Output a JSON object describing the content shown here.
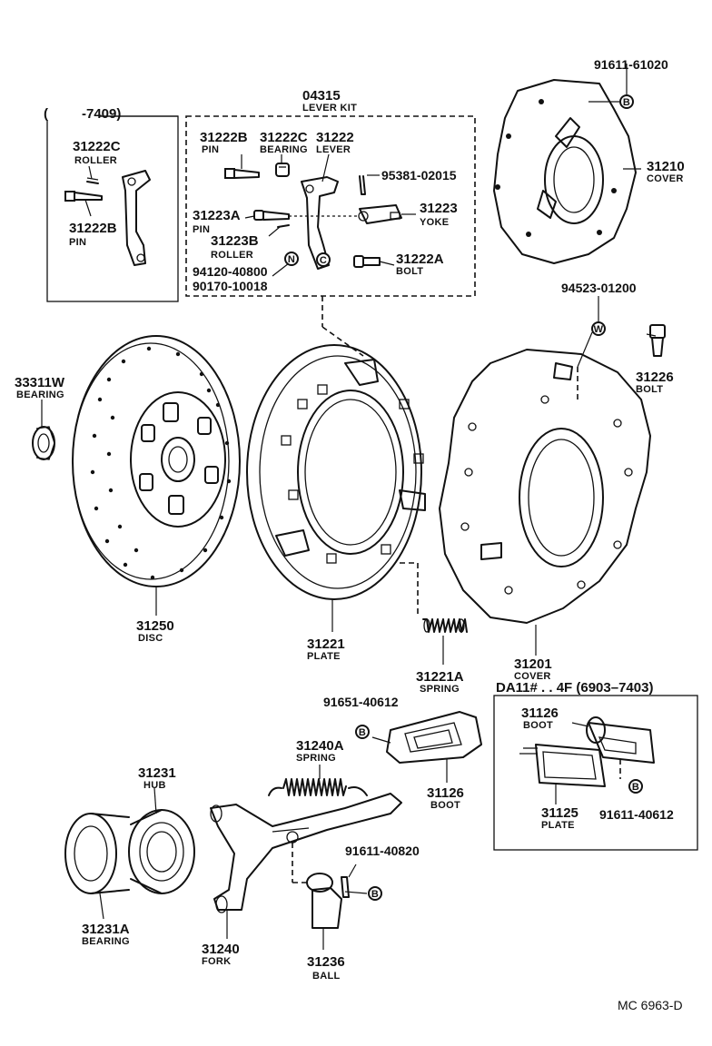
{
  "footer": {
    "code": "MC  6963-D"
  },
  "boxes": {
    "early": {
      "range": "-7409)"
    },
    "lever_kit": {
      "number": "04315",
      "name": "LEVER KIT"
    },
    "da11": {
      "title": "DA11# . . 4F (6903–7403)"
    }
  },
  "markers": {
    "B": "B",
    "N": "N",
    "C": "C",
    "W": "W"
  },
  "parts": {
    "p31222C_left": {
      "number": "31222C",
      "name": "ROLLER"
    },
    "p31222B_left": {
      "number": "31222B",
      "name": "PIN"
    },
    "p31222B": {
      "number": "31222B",
      "name": "PIN"
    },
    "p31222C": {
      "number": "31222C",
      "name": "BEARING"
    },
    "p31222": {
      "number": "31222",
      "name": "LEVER"
    },
    "p95381": {
      "number": "95381-02015"
    },
    "p31223A": {
      "number": "31223A",
      "name": "PIN"
    },
    "p31223B": {
      "number": "31223B",
      "name": "ROLLER"
    },
    "p31223": {
      "number": "31223",
      "name": "YOKE"
    },
    "p31222A": {
      "number": "31222A",
      "name": "BOLT"
    },
    "p94120": {
      "number": "94120-40800"
    },
    "p90170": {
      "number": "90170-10018"
    },
    "p91611_61020": {
      "number": "91611-61020"
    },
    "p31210": {
      "number": "31210",
      "name": "COVER"
    },
    "p94523": {
      "number": "94523-01200"
    },
    "p31226": {
      "number": "31226",
      "name": "BOLT"
    },
    "p33311W": {
      "number": "33311W",
      "name": "BEARING"
    },
    "p31250": {
      "number": "31250",
      "name": "DISC"
    },
    "p31221": {
      "number": "31221",
      "name": "PLATE"
    },
    "p31221A": {
      "number": "31221A",
      "name": "SPRING"
    },
    "p31201": {
      "number": "31201",
      "name": "COVER"
    },
    "p91651": {
      "number": "91651-40612"
    },
    "p31240A": {
      "number": "31240A",
      "name": "SPRING"
    },
    "p31126": {
      "number": "31126",
      "name": "BOOT"
    },
    "p31126_box": {
      "number": "31126",
      "name": "BOOT"
    },
    "p31125": {
      "number": "31125",
      "name": "PLATE"
    },
    "p91611_40612": {
      "number": "91611-40612"
    },
    "p31231": {
      "number": "31231",
      "name": "HUB"
    },
    "p91611_40820": {
      "number": "91611-40820"
    },
    "p31231A": {
      "number": "31231A",
      "name": "BEARING"
    },
    "p31240": {
      "number": "31240",
      "name": "FORK"
    },
    "p31236": {
      "number": "31236",
      "name": "BALL"
    }
  }
}
